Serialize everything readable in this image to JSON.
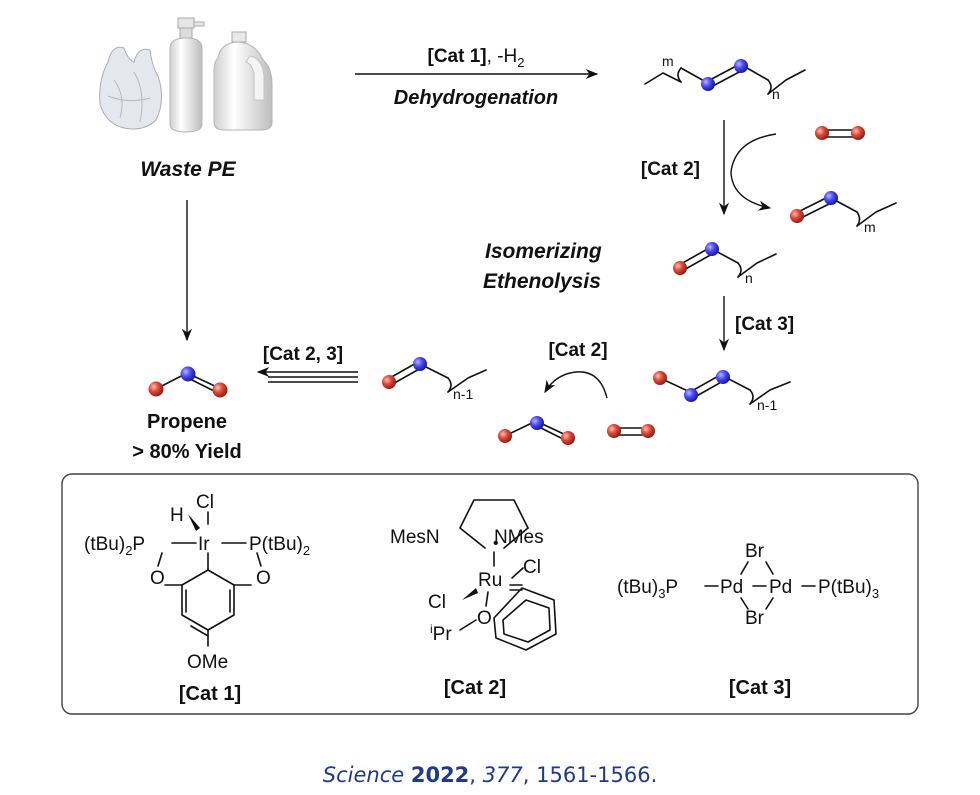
{
  "source": {
    "label": "Waste PE",
    "icons": [
      "plastic-bag-icon",
      "soap-bottle-icon",
      "milk-jug-icon"
    ]
  },
  "step1": {
    "reagent": "[Cat 1]",
    "byproduct": "-H",
    "byproduct_sub": "2",
    "label": "Dehydrogenation"
  },
  "olefin_internal": {
    "m": "m",
    "n": "n"
  },
  "step2": {
    "reagent": "[Cat 2]",
    "product_sub": "m"
  },
  "ethenolysis": {
    "line1": "Isomerizing",
    "line2": "Ethenolysis"
  },
  "terminal_olefin": {
    "n": "n"
  },
  "step3": {
    "reagent": "[Cat 3]"
  },
  "isomerized": {
    "sub": "n-1"
  },
  "step4": {
    "reagent": "[Cat 2]"
  },
  "step5": {
    "reagent": "[Cat 2, 3]",
    "sub": "n-1"
  },
  "product": {
    "name": "Propene",
    "yield": "> 80% Yield"
  },
  "catalysts": {
    "cat1": {
      "label": "[Cat 1]",
      "H": "H",
      "Cl": "Cl",
      "Ir": "Ir",
      "left_ligand": "(tBu)",
      "left_sub": "2",
      "left_P": "P",
      "right_ligand": "P(tBu)",
      "right_sub": "2",
      "O_left": "O",
      "O_right": "O",
      "OMe": "OMe"
    },
    "cat2": {
      "label": "[Cat 2]",
      "MesN": "MesN",
      "NMes": "NMes",
      "Ru": "Ru",
      "Cl_top": "Cl",
      "Cl_left": "Cl",
      "O": "O",
      "iPr_sup": "i",
      "iPr": "Pr"
    },
    "cat3": {
      "label": "[Cat 3]",
      "left": "(tBu)",
      "left_sub": "3",
      "left_P": "P",
      "Pd1": "Pd",
      "Pd2": "Pd",
      "right": "P(tBu)",
      "right_sub": "3",
      "Br_top": "Br",
      "Br_bottom": "Br"
    }
  },
  "citation": {
    "journal": "Science",
    "year": "2022",
    "volume": "377",
    "pages": "1561-1566."
  },
  "colors": {
    "blue_atom": "#3b3bf0",
    "red_atom": "#d63b2f",
    "citation": "#1f3a8a"
  }
}
